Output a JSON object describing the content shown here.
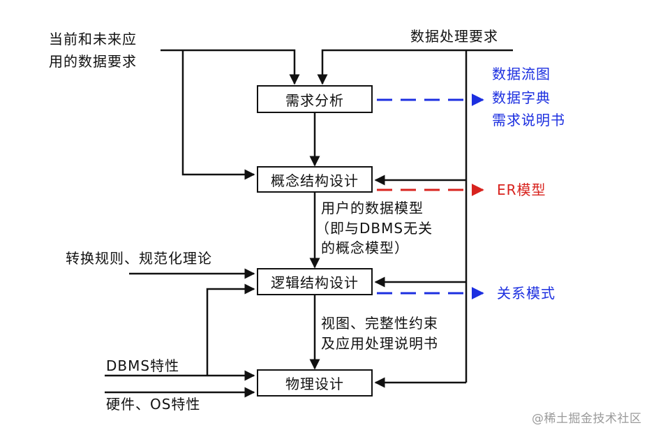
{
  "inputs": {
    "current_future_line1": "当前和未来应",
    "current_future_line2": "用的数据要求",
    "processing_requirements": "数据处理要求",
    "transform_rules": "转换规则、规范化理论",
    "dbms_features": "DBMS特性",
    "hardware_os": "硬件、OS特性"
  },
  "stages": {
    "requirements_analysis": "需求分析",
    "conceptual_design": "概念结构设计",
    "logical_design": "逻辑结构设计",
    "physical_design": "物理设计"
  },
  "intermediate": {
    "user_model_line1": "用户的数据模型",
    "user_model_line2": "（即与DBMS无关",
    "user_model_line3": "的概念模型）",
    "views_line1": "视图、完整性约束",
    "views_line2": "及应用处理说明书"
  },
  "outputs": {
    "req_line1": "数据流图",
    "req_line2": "数据字典",
    "req_line3": "需求说明书",
    "er_model": "ER模型",
    "relational_schema": "关系模式"
  },
  "watermark": "@稀土掘金技术社区",
  "colors": {
    "line": "#111111",
    "blue_output": "#1c2fe0",
    "red_output": "#d8231e"
  }
}
